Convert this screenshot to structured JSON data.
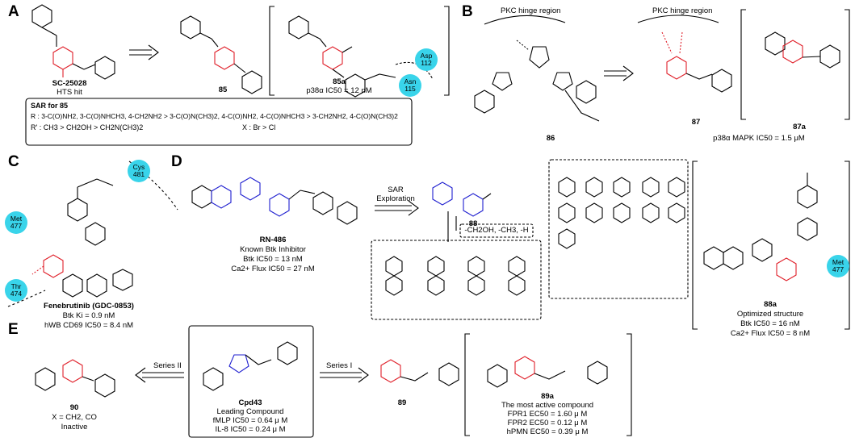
{
  "panels": [
    "A",
    "B",
    "C",
    "D",
    "E"
  ],
  "colors": {
    "red": "#e0202a",
    "blue": "#2020d0",
    "cyan": "#39d4ea"
  },
  "A": {
    "hit_name": "SC-25028",
    "hit_sub": "HTS hit",
    "compound": "85",
    "cmpd_a": "85a",
    "cmpd_a_act": "p38α IC50 = 12 nM",
    "res1": "Asp\n112",
    "res2": "Asn\n115",
    "sar_title": "SAR for 85",
    "sar_line1": "R : 3-C(O)NH2, 3-C(O)NHCH3, 4-CH2NH2 > 3-C(O)N(CH3)2, 4-C(O)NH2, 4-C(O)NHCH3 > 3-CH2NH2, 4-C(O)N(CH3)2",
    "sar_line2": "R' : CH3 > CH2OH > CH2N(CH3)2",
    "sar_line3": "X : Br > Cl"
  },
  "B": {
    "hinge1": "PKC hinge region",
    "hinge2": "PKC hinge region",
    "c86": "86",
    "c87": "87",
    "c87a": "87a",
    "act": "p38α MAPK IC50 = 1.5 μM"
  },
  "C": {
    "res_cys": "Cys\n481",
    "res_met": "Met\n477",
    "res_thr": "Thr\n474",
    "name": "Fenebrutinib (GDC-0853)",
    "act1": "Btk Ki = 0.9 nM",
    "act2": "hWB CD69 IC50 = 8.4 nM"
  },
  "D": {
    "name": "RN-486",
    "sub": "Known Btk Inhibitor",
    "act1": "Btk IC50 = 13 nM",
    "act2": "Ca2+ Flux IC50 = 27 nM",
    "arrow": "SAR\nExploration",
    "c88": "88",
    "r2": "-CH2OH, -CH3, -H",
    "c88a": "88a",
    "opt": "Optimized structure",
    "act3": "Btk IC50 = 16 nM",
    "act4": "Ca2+ Flux IC50 = 8 nM",
    "res_met": "Met\n477"
  },
  "E": {
    "series2": "Series II",
    "series1": "Series I",
    "c90": "90",
    "c90_x": "X = CH2, CO",
    "c90_inact": "Inactive",
    "lead": "Cpd43",
    "lead_sub": "Leading Compound",
    "lead_act1": "fMLP IC50 = 0.64 μ M",
    "lead_act2": "IL-8 IC50 = 0.24 μ M",
    "c89": "89",
    "c89a": "89a",
    "most": "The most active compound",
    "act1": "FPR1 EC50 = 1.60 μ M",
    "act2": "FPR2 EC50 = 0.12 μ M",
    "act3": "hPMN EC50 = 0.39 μ M"
  }
}
